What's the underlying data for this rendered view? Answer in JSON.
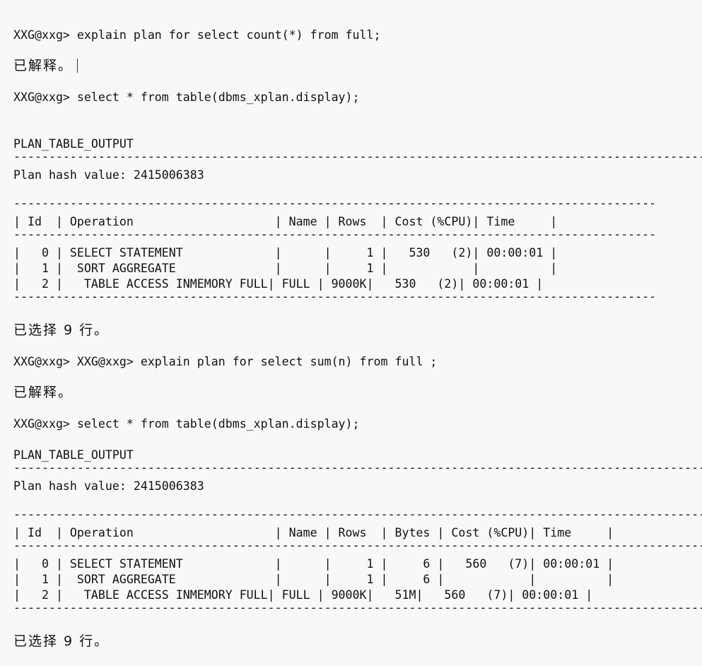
{
  "session": {
    "prompt": "XXG@xxg>",
    "cmd1": "XXG@xxg> explain plan for select count(*) from full;",
    "explained1": "已解释。",
    "cmd2": "XXG@xxg> select * from table(dbms_xplan.display);",
    "header1": "PLAN_TABLE_OUTPUT",
    "full_rule1": "----------------------------------------------------------------------------------------------------------------------------------",
    "hash1": "Plan hash value: 2415006383",
    "plan1": {
      "rule": "-------------------------------------------------------------------------------------------",
      "header": "| Id  | Operation                    | Name | Rows  | Cost (%CPU)| Time     |",
      "rows": [
        "|   0 | SELECT STATEMENT             |      |     1 |   530   (2)| 00:00:01 |",
        "|   1 |  SORT AGGREGATE              |      |     1 |            |          |",
        "|   2 |   TABLE ACCESS INMEMORY FULL| FULL | 9000K|   530   (2)| 00:00:01 |"
      ]
    },
    "selected1": "已选择 9 行。",
    "cmd3": "XXG@xxg> XXG@xxg> explain plan for select sum(n) from full ;",
    "explained2": "已解释。",
    "cmd4": "XXG@xxg> select * from table(dbms_xplan.display);",
    "header2": "PLAN_TABLE_OUTPUT",
    "full_rule2": "----------------------------------------------------------------------------------------------------------------------------------",
    "hash2": "Plan hash value: 2415006383",
    "plan2": {
      "rule": "-------------------------------------------------------------------------------------------------------",
      "header": "| Id  | Operation                    | Name | Rows  | Bytes | Cost (%CPU)| Time     |",
      "rows": [
        "|   0 | SELECT STATEMENT             |      |     1 |     6 |   560   (7)| 00:00:01 |",
        "|   1 |  SORT AGGREGATE              |      |     1 |     6 |            |          |",
        "|   2 |   TABLE ACCESS INMEMORY FULL| FULL | 9000K|   51M|   560   (7)| 00:00:01 |"
      ]
    },
    "selected2": "已选择 9 行。"
  }
}
